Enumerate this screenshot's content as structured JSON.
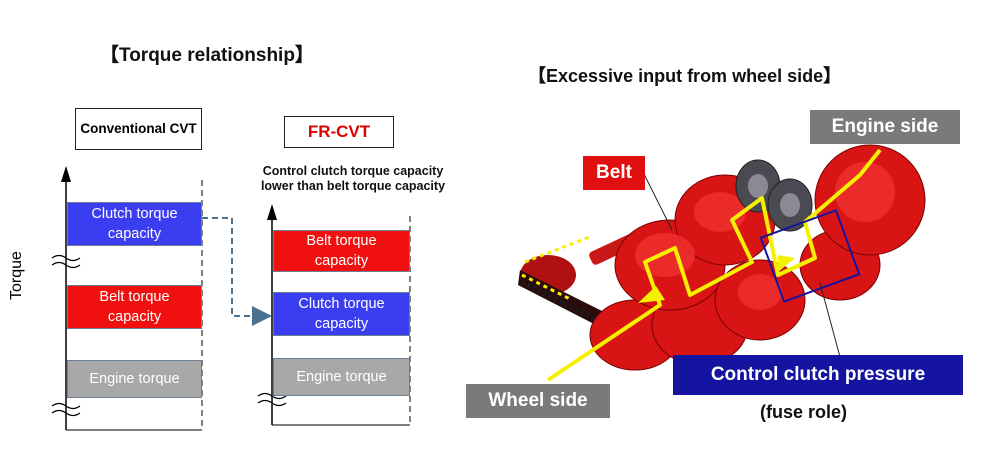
{
  "left_panel": {
    "title": "【Torque relationship】",
    "y_axis_label": "Torque",
    "conventional": {
      "header": "Conventional CVT",
      "bars": [
        "Clutch torque capacity",
        "Belt torque capacity",
        "Engine torque"
      ]
    },
    "fr_cvt": {
      "header": "FR-CVT",
      "note": "Control clutch torque capacity lower than belt torque capacity",
      "bars": [
        "Belt torque capacity",
        "Clutch torque capacity",
        "Engine torque"
      ]
    }
  },
  "right_panel": {
    "title": "【Excessive input from wheel side】",
    "labels": {
      "engine_side": "Engine side",
      "belt": "Belt",
      "wheel_side": "Wheel side",
      "control_clutch": "Control clutch pressure",
      "fuse_role": "(fuse role)"
    }
  },
  "colors": {
    "clutch_blue": "#3a3ef0",
    "belt_red": "#f01010",
    "engine_gray": "#a8a8a8",
    "label_gray": "#7a7a7a",
    "clutch_label_navy": "#1414a0",
    "path_yellow": "#f5f000",
    "fr_cvt_red": "#e00000"
  }
}
